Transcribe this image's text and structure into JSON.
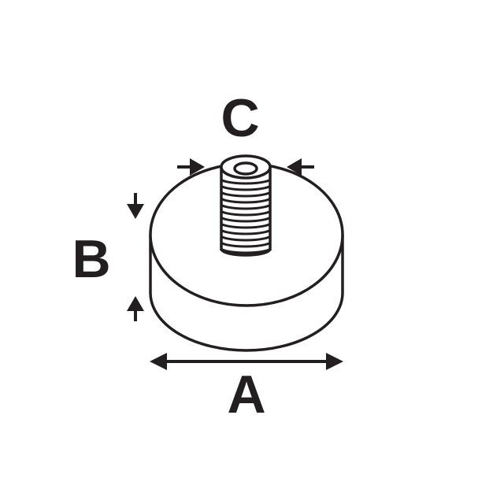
{
  "diagram": {
    "labels": {
      "width": "A",
      "height": "B",
      "thread": "C"
    },
    "colors": {
      "stroke": "#231f20",
      "fill": "#ffffff"
    }
  }
}
